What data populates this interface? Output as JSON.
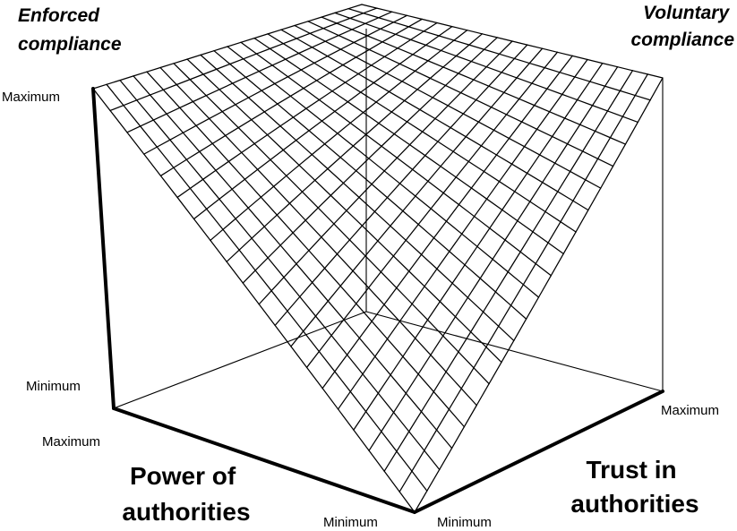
{
  "surface_labels": {
    "enforced": [
      "Enforced",
      "compliance"
    ],
    "voluntary": [
      "Voluntary",
      "compliance"
    ]
  },
  "vertical_axis": {
    "max_label": "Maximum",
    "min_label": "Minimum"
  },
  "power_axis": {
    "title_lines": [
      "Power of",
      "authorities"
    ],
    "max_label": "Maximum",
    "min_label": "Minimum"
  },
  "trust_axis": {
    "title_lines": [
      "Trust in",
      "authorities"
    ],
    "max_label": "Maximum",
    "min_label": "Minimum"
  },
  "surface": {
    "grid_divisions": 20,
    "function": "height = 1 - (1 - power) * (1 - trust)"
  }
}
